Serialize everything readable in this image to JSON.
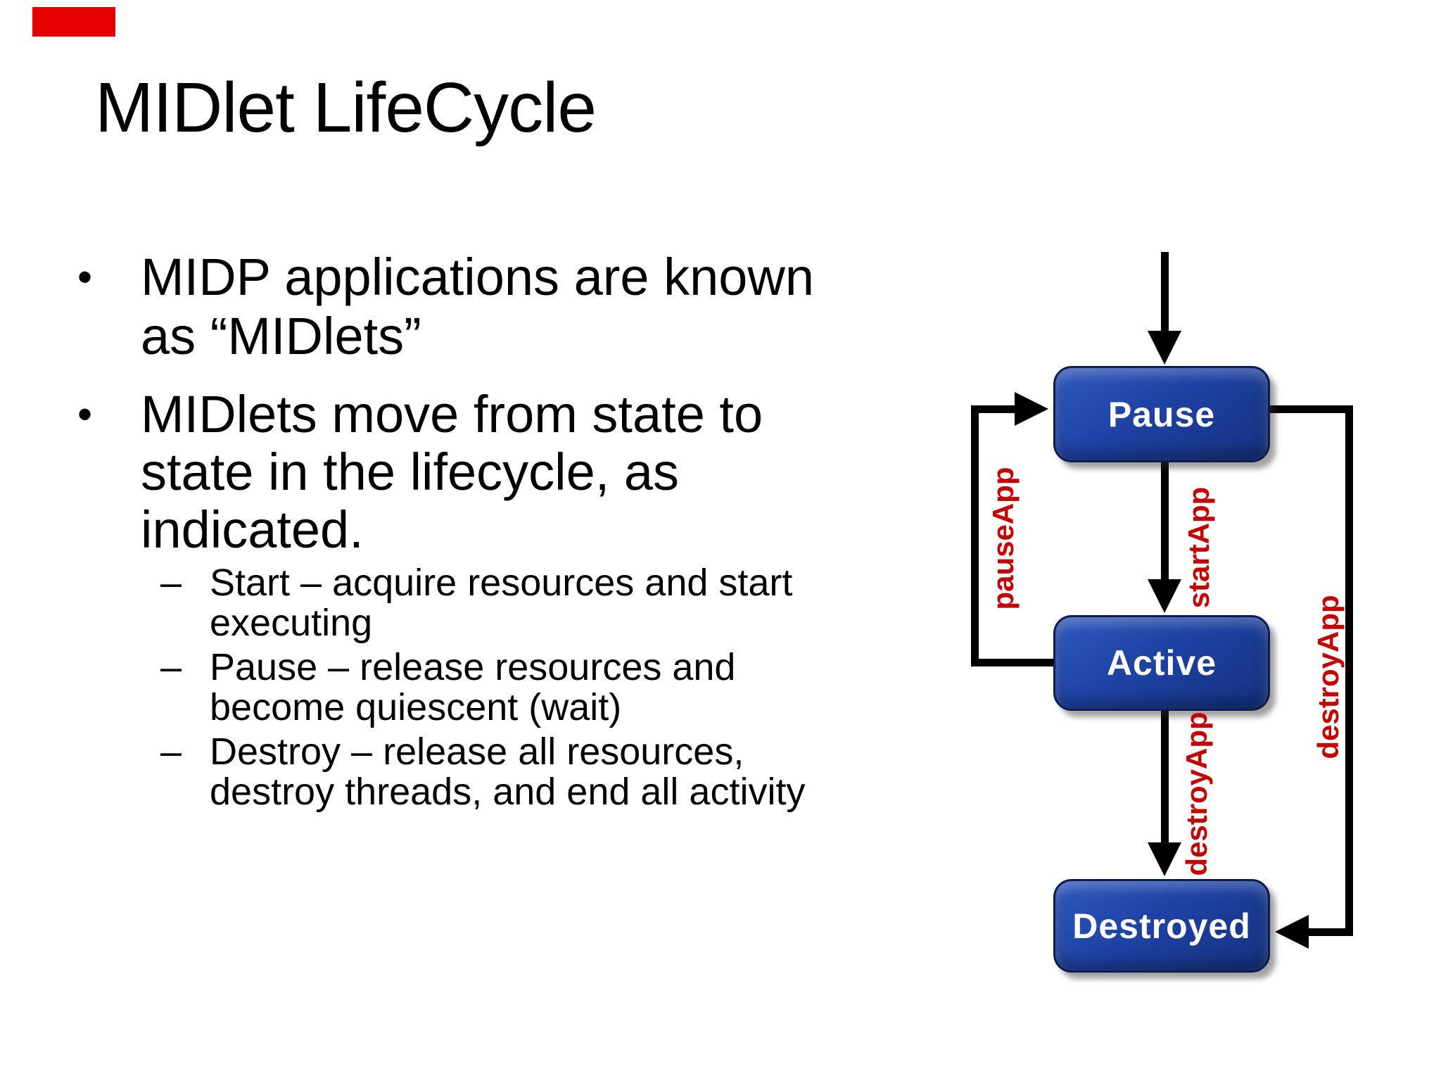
{
  "slide": {
    "title": "MIDlet LifeCycle",
    "top_bar_color": "#e60000",
    "bullets": [
      {
        "level": 1,
        "marker": "•",
        "lines": [
          "MIDP applications are known",
          "as “MIDlets”"
        ]
      },
      {
        "level": 1,
        "marker": "•",
        "lines": [
          "MIDlets move from state to",
          "state in the lifecycle, as",
          "indicated."
        ]
      },
      {
        "level": 2,
        "marker": "–",
        "lines": [
          "Start – acquire resources and start",
          "executing"
        ]
      },
      {
        "level": 2,
        "marker": "–",
        "lines": [
          "Pause – release resources and",
          "become quiescent (wait)"
        ]
      },
      {
        "level": 2,
        "marker": "–",
        "lines": [
          "Destroy – release all resources,",
          "destroy threads, and end all activity"
        ]
      }
    ]
  },
  "diagram": {
    "states": [
      {
        "id": "pause",
        "label": "Pause"
      },
      {
        "id": "active",
        "label": "Active"
      },
      {
        "id": "destroyed",
        "label": "Destroyed"
      }
    ],
    "transitions": [
      {
        "label": "pauseApp",
        "from": "Active",
        "to": "Pause"
      },
      {
        "label": "startApp",
        "from": "Pause",
        "to": "Active"
      },
      {
        "label": "destroyApp",
        "from": "Active",
        "to": "Destroyed"
      },
      {
        "label": "destroyApp",
        "from": "Pause",
        "to": "Destroyed"
      }
    ],
    "colors": {
      "state_fill": "#1e42a4",
      "state_border": "#0d1d52",
      "transition_label": "#c40000",
      "line": "#000000"
    }
  }
}
